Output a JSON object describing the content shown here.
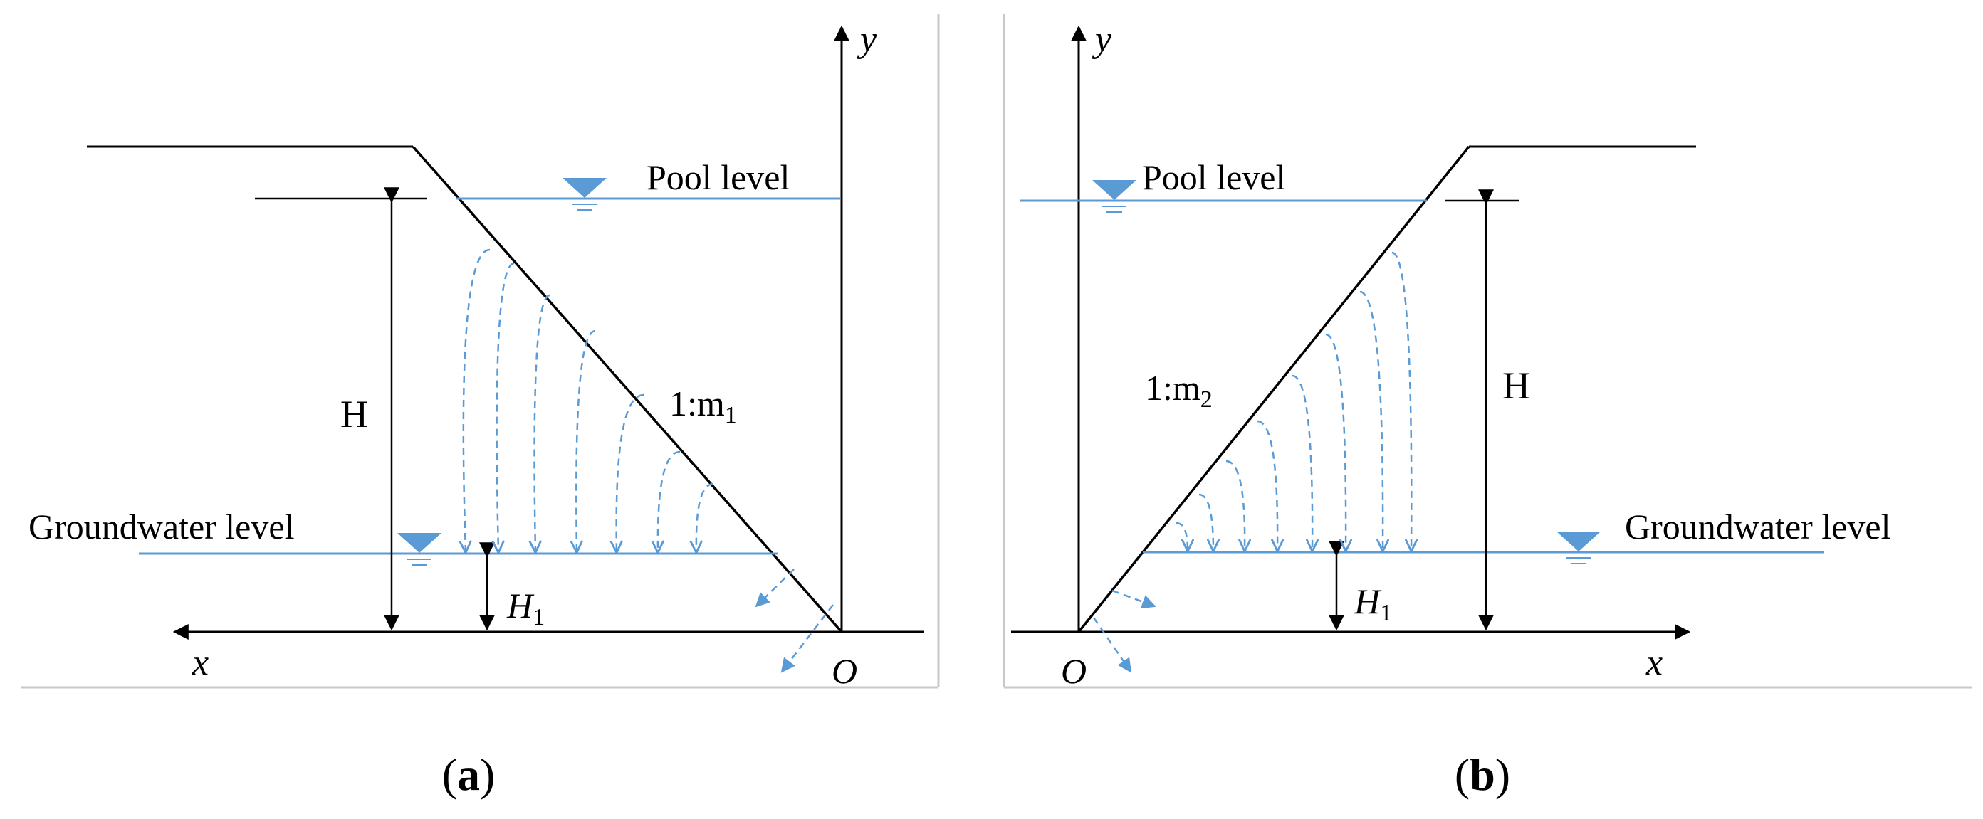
{
  "colors": {
    "water": "#5b9bd5",
    "ink": "#000000",
    "frame": "#c8c8c8"
  },
  "panel_a": {
    "caption": "a",
    "pool_level_label": "Pool level",
    "groundwater_level_label": "Groundwater level",
    "height_label": "H",
    "h1_label": "H",
    "h1_subscript": "1",
    "slope_label": "1:m",
    "slope_subscript": "1",
    "x_axis_label": "x",
    "y_axis_label": "y",
    "origin_label": "O"
  },
  "panel_b": {
    "caption": "b",
    "pool_level_label": "Pool level",
    "groundwater_level_label": "Groundwater level",
    "height_label": "H",
    "h1_label": "H",
    "h1_subscript": "1",
    "slope_label": "1:m",
    "slope_subscript": "2",
    "x_axis_label": "x",
    "y_axis_label": "y",
    "origin_label": "O"
  },
  "icons": [
    "water-level-triangle-icon",
    "arrow-icon"
  ]
}
